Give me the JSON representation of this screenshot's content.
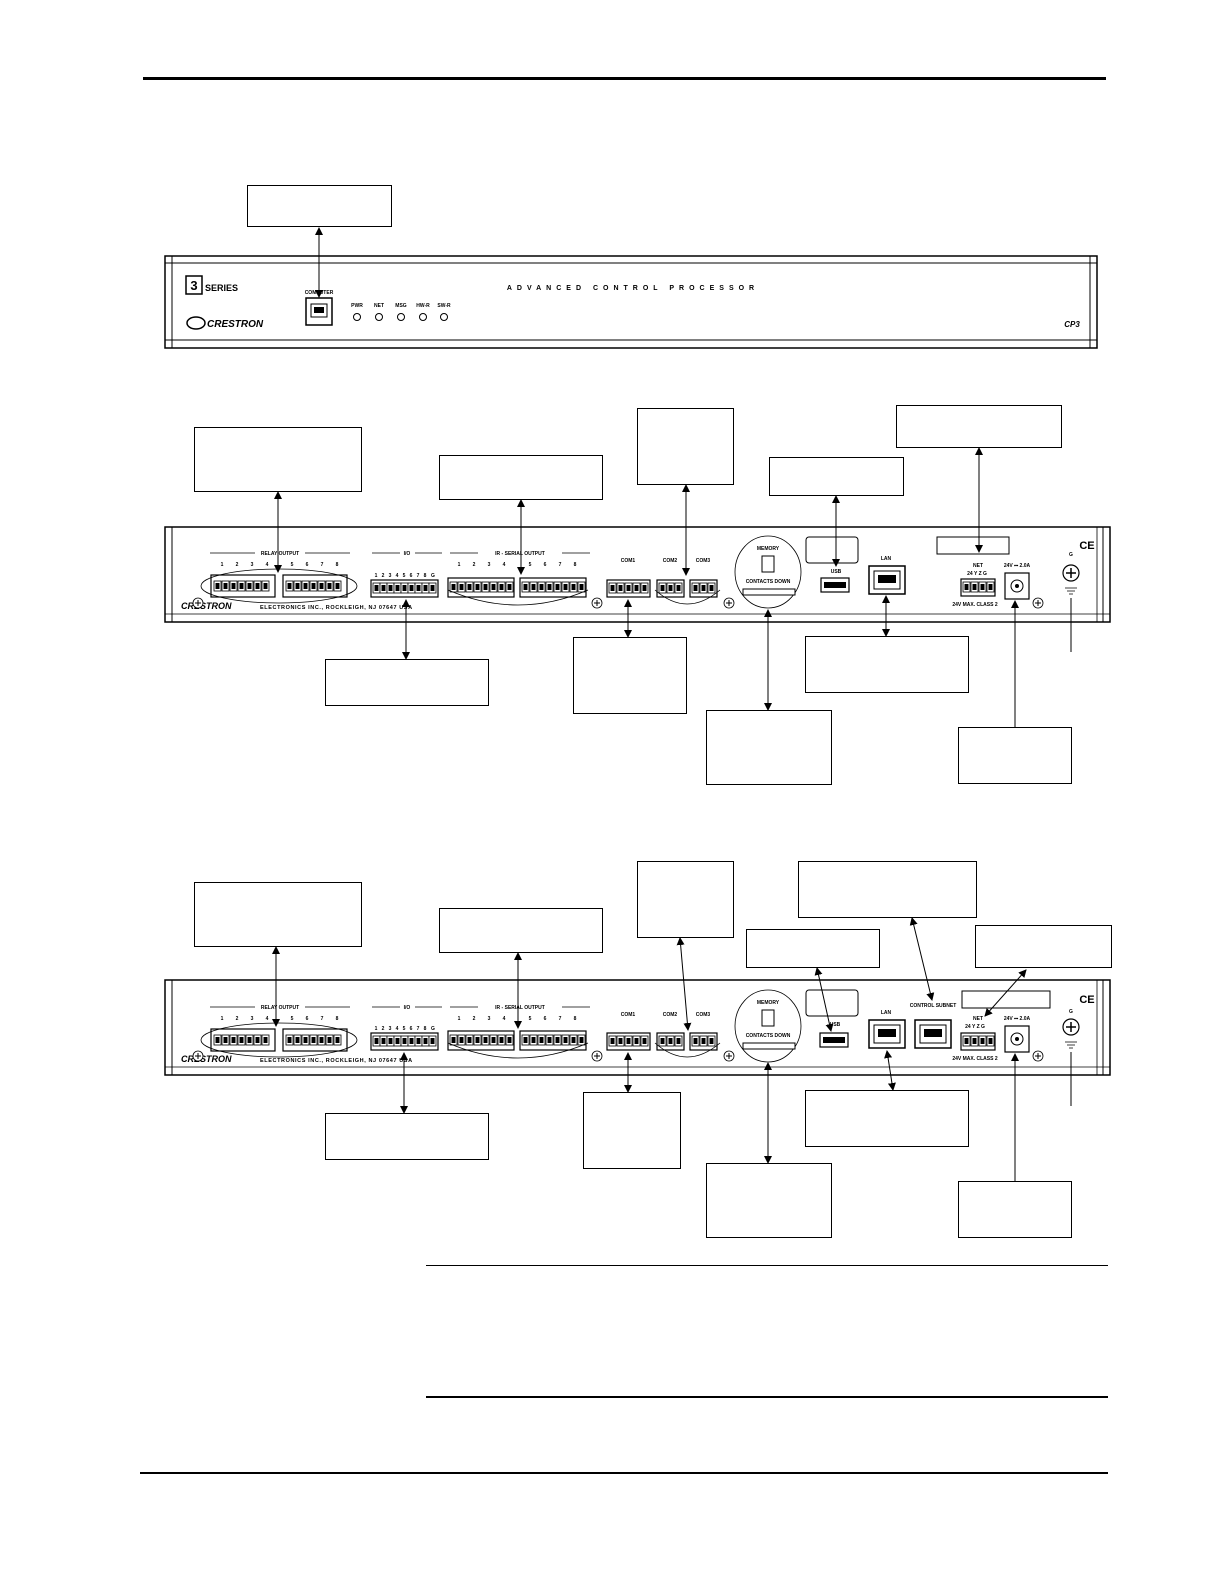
{
  "front_panel": {
    "series_badge": "3",
    "series_label": "SERIES",
    "brand": "CRESTRON",
    "title": "ADVANCED CONTROL PROCESSOR",
    "model": "CP3",
    "computer_port_label": "COMPUTER",
    "leds": [
      "PWR",
      "NET",
      "MSG",
      "HW-R",
      "SW-R"
    ]
  },
  "rear_panel_1": {
    "relay_output_label": "RELAY OUTPUT",
    "relay_numbers": [
      "1",
      "2",
      "3",
      "4",
      "5",
      "6",
      "7",
      "8"
    ],
    "io_label": "I/O",
    "io_numbers": [
      "1",
      "2",
      "3",
      "4",
      "5",
      "6",
      "7",
      "8",
      "G"
    ],
    "ir_serial_label": "IR - SERIAL OUTPUT",
    "ir_numbers": [
      "1",
      "2",
      "3",
      "4",
      "5",
      "6",
      "7",
      "8"
    ],
    "com1_label": "COM1",
    "com2_label": "COM2",
    "com3_label": "COM3",
    "memory_label": "MEMORY",
    "contacts_down_label": "CONTACTS DOWN",
    "usb_label": "USB",
    "lan_label": "LAN",
    "net_label": "NET",
    "net_pins": "24 Y Z G",
    "power_label": "24V ⎓ 2.0A",
    "class_label": "24V MAX. CLASS 2",
    "ground_label": "G",
    "ce_label": "CE",
    "manufacturer": "ELECTRONICS INC., ROCKLEIGH, NJ 07647  USA",
    "brand": "CRESTRON"
  },
  "rear_panel_2": {
    "relay_output_label": "RELAY OUTPUT",
    "relay_numbers": [
      "1",
      "2",
      "3",
      "4",
      "5",
      "6",
      "7",
      "8"
    ],
    "io_label": "I/O",
    "io_numbers": [
      "1",
      "2",
      "3",
      "4",
      "5",
      "6",
      "7",
      "8",
      "G"
    ],
    "ir_serial_label": "IR - SERIAL OUTPUT",
    "ir_numbers": [
      "1",
      "2",
      "3",
      "4",
      "5",
      "6",
      "7",
      "8"
    ],
    "com1_label": "COM1",
    "com2_label": "COM2",
    "com3_label": "COM3",
    "memory_label": "MEMORY",
    "contacts_down_label": "CONTACTS DOWN",
    "usb_label": "USB",
    "lan_label": "LAN",
    "control_subnet_label": "CONTROL SUBNET",
    "net_label": "NET",
    "net_pins": "24 Y Z G",
    "power_label": "24V ⎓ 2.0A",
    "class_label": "24V MAX. CLASS 2",
    "ground_label": "G",
    "ce_label": "CE",
    "manufacturer": "ELECTRONICS INC., ROCKLEIGH, NJ 07647  USA",
    "brand": "CRESTRON"
  },
  "colors": {
    "line": "#000000",
    "background": "#ffffff",
    "led_fill": "#ffffff"
  }
}
